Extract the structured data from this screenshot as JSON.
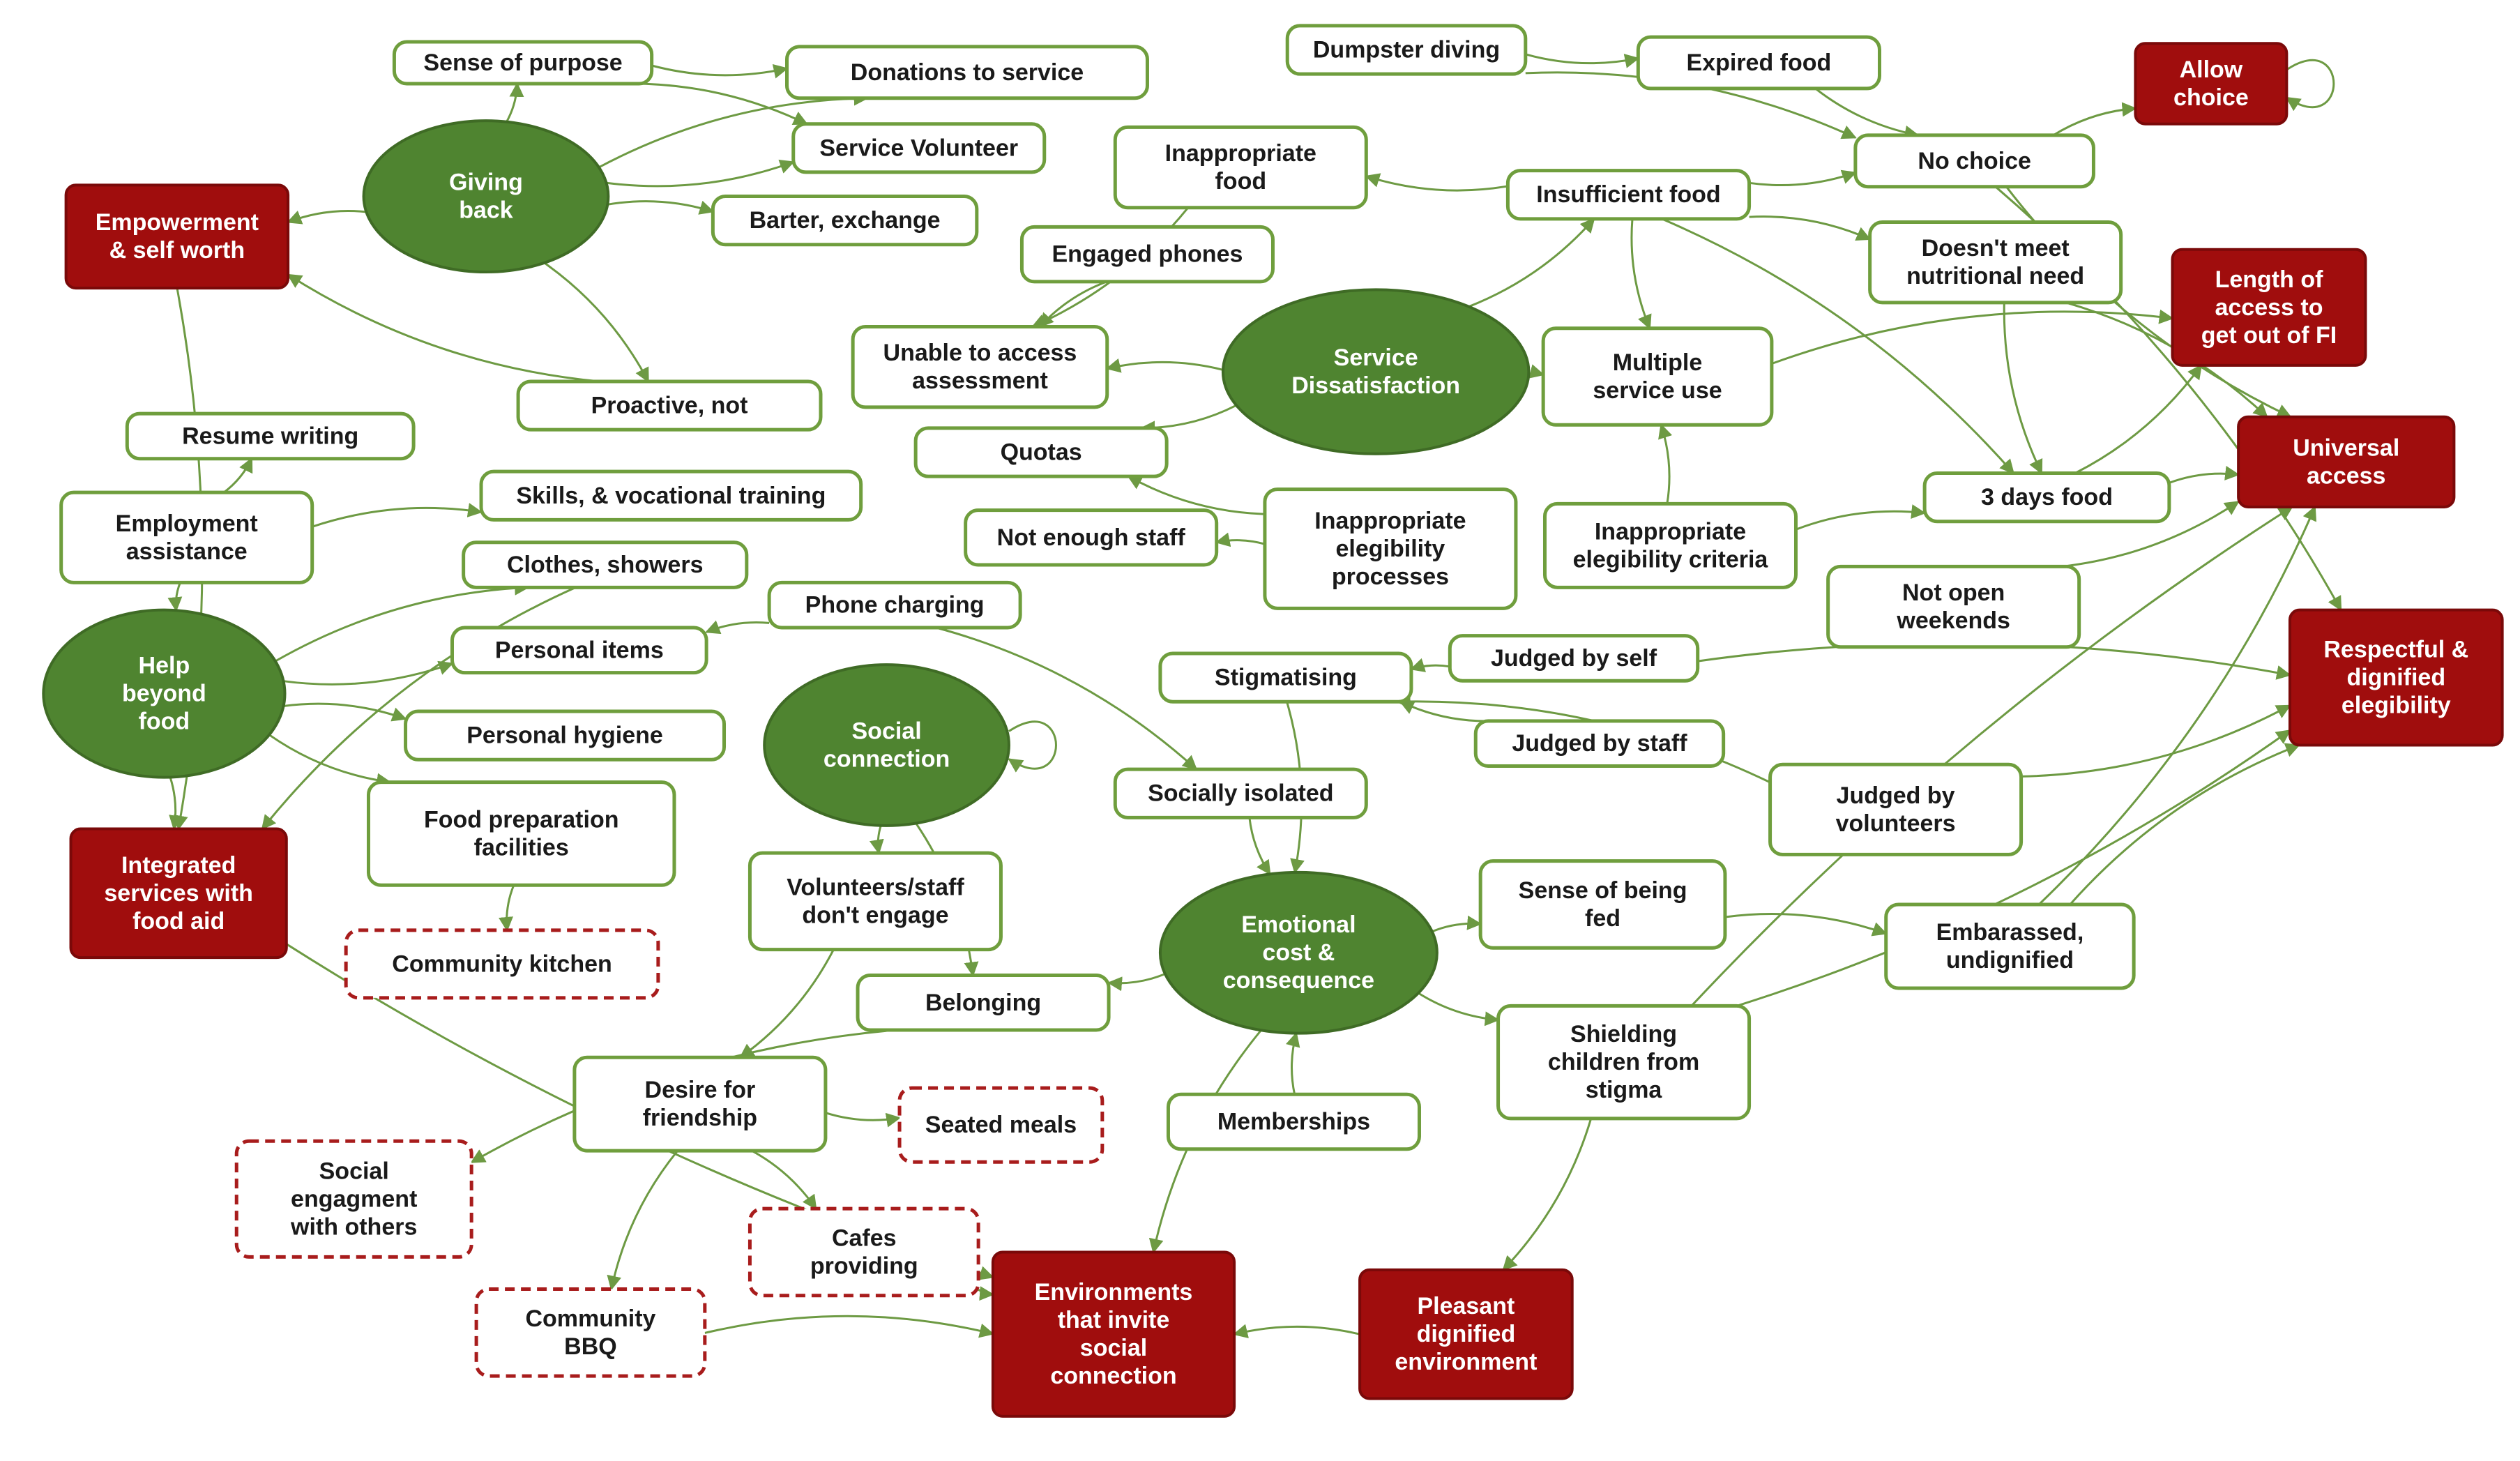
{
  "nodes": [
    {
      "id": "sense_purpose",
      "kind": "plain",
      "lines": [
        "Sense of purpose"
      ]
    },
    {
      "id": "donations",
      "kind": "plain",
      "lines": [
        "Donations to service"
      ]
    },
    {
      "id": "dumpster",
      "kind": "plain",
      "lines": [
        "Dumpster diving"
      ]
    },
    {
      "id": "expired",
      "kind": "plain",
      "lines": [
        "Expired food"
      ]
    },
    {
      "id": "allow_choice",
      "kind": "red",
      "lines": [
        "Allow",
        "choice"
      ]
    },
    {
      "id": "service_volunteer",
      "kind": "plain",
      "lines": [
        "Service Volunteer"
      ]
    },
    {
      "id": "inappropriate_food",
      "kind": "plain",
      "lines": [
        "Inappropriate",
        "food"
      ]
    },
    {
      "id": "no_choice",
      "kind": "plain",
      "lines": [
        "No choice"
      ]
    },
    {
      "id": "giving_back",
      "kind": "ellipse",
      "lines": [
        "Giving",
        "back"
      ]
    },
    {
      "id": "empowerment",
      "kind": "red",
      "lines": [
        "Empowerment",
        "& self worth"
      ]
    },
    {
      "id": "barter",
      "kind": "plain",
      "lines": [
        "Barter, exchange"
      ]
    },
    {
      "id": "insufficient_food",
      "kind": "plain",
      "lines": [
        "Insufficient food"
      ]
    },
    {
      "id": "engaged_phones",
      "kind": "plain",
      "lines": [
        "Engaged phones"
      ]
    },
    {
      "id": "nutritional",
      "kind": "plain",
      "lines": [
        "Doesn't meet",
        "nutritional need"
      ]
    },
    {
      "id": "length_access",
      "kind": "red",
      "lines": [
        "Length of",
        "access to",
        "get out of FI"
      ]
    },
    {
      "id": "unable_assess",
      "kind": "plain",
      "lines": [
        "Unable to access",
        "assessment"
      ]
    },
    {
      "id": "service_dissat",
      "kind": "ellipse",
      "lines": [
        "Service",
        "Dissatisfaction"
      ]
    },
    {
      "id": "multiple_service",
      "kind": "plain",
      "lines": [
        "Multiple",
        "service use"
      ]
    },
    {
      "id": "proactive",
      "kind": "plain",
      "lines": [
        "Proactive, not"
      ]
    },
    {
      "id": "resume",
      "kind": "plain",
      "lines": [
        "Resume writing"
      ]
    },
    {
      "id": "quotas",
      "kind": "plain",
      "lines": [
        "Quotas"
      ]
    },
    {
      "id": "universal",
      "kind": "red",
      "lines": [
        "Universal",
        "access"
      ]
    },
    {
      "id": "skills",
      "kind": "plain",
      "lines": [
        "Skills, & vocational training"
      ]
    },
    {
      "id": "three_days",
      "kind": "plain",
      "lines": [
        "3 days  food"
      ]
    },
    {
      "id": "employment",
      "kind": "plain",
      "lines": [
        "Employment",
        "assistance"
      ]
    },
    {
      "id": "not_enough_staff",
      "kind": "plain",
      "lines": [
        "Not enough staff"
      ]
    },
    {
      "id": "inapp_processes",
      "kind": "plain",
      "lines": [
        "Inappropriate",
        "elegibility",
        "processes"
      ]
    },
    {
      "id": "inapp_criteria",
      "kind": "plain",
      "lines": [
        "Inappropriate",
        "elegibility criteria"
      ]
    },
    {
      "id": "clothes",
      "kind": "plain",
      "lines": [
        "Clothes, showers"
      ]
    },
    {
      "id": "not_open",
      "kind": "plain",
      "lines": [
        "Not open",
        "weekends"
      ]
    },
    {
      "id": "phone_charging",
      "kind": "plain",
      "lines": [
        "Phone charging"
      ]
    },
    {
      "id": "help_beyond",
      "kind": "ellipse",
      "lines": [
        "Help",
        "beyond",
        "food"
      ]
    },
    {
      "id": "personal_items",
      "kind": "plain",
      "lines": [
        "Personal items"
      ]
    },
    {
      "id": "judged_self",
      "kind": "plain",
      "lines": [
        "Judged by self"
      ]
    },
    {
      "id": "respectful",
      "kind": "red",
      "lines": [
        "Respectful &",
        "dignified",
        "elegibility"
      ]
    },
    {
      "id": "stigmatising",
      "kind": "plain",
      "lines": [
        "Stigmatising"
      ]
    },
    {
      "id": "personal_hygiene",
      "kind": "plain",
      "lines": [
        "Personal hygiene"
      ]
    },
    {
      "id": "social_connection",
      "kind": "ellipse",
      "lines": [
        "Social",
        "connection"
      ]
    },
    {
      "id": "judged_staff",
      "kind": "plain",
      "lines": [
        "Judged by staff"
      ]
    },
    {
      "id": "socially_isolated",
      "kind": "plain",
      "lines": [
        "Socially isolated"
      ]
    },
    {
      "id": "judged_volunteers",
      "kind": "plain",
      "lines": [
        "Judged by",
        "volunteers"
      ]
    },
    {
      "id": "food_prep",
      "kind": "plain",
      "lines": [
        "Food preparation",
        "facilities"
      ]
    },
    {
      "id": "integrated",
      "kind": "red",
      "lines": [
        "Integrated",
        "services with",
        "food aid"
      ]
    },
    {
      "id": "volunteers_engage",
      "kind": "plain",
      "lines": [
        "Volunteers/staff",
        "don't engage"
      ]
    },
    {
      "id": "sense_fed",
      "kind": "plain",
      "lines": [
        "Sense of being",
        "fed"
      ]
    },
    {
      "id": "emotional",
      "kind": "ellipse",
      "lines": [
        "Emotional",
        "cost &",
        "consequence"
      ]
    },
    {
      "id": "embarassed",
      "kind": "plain",
      "lines": [
        "Embarassed,",
        "undignified"
      ]
    },
    {
      "id": "community_kitchen",
      "kind": "dashed",
      "lines": [
        "Community  kitchen"
      ]
    },
    {
      "id": "belonging",
      "kind": "plain",
      "lines": [
        "Belonging"
      ]
    },
    {
      "id": "shielding",
      "kind": "plain",
      "lines": [
        "Shielding",
        "children from",
        "stigma"
      ]
    },
    {
      "id": "desire_friendship",
      "kind": "plain",
      "lines": [
        "Desire for",
        "friendship"
      ]
    },
    {
      "id": "seated_meals",
      "kind": "dashed",
      "lines": [
        "Seated meals"
      ]
    },
    {
      "id": "memberships",
      "kind": "plain",
      "lines": [
        "Memberships"
      ]
    },
    {
      "id": "social_engagement",
      "kind": "dashed",
      "lines": [
        "Social",
        "engagment",
        "with others"
      ]
    },
    {
      "id": "cafes",
      "kind": "dashed",
      "lines": [
        "Cafes",
        "providing"
      ]
    },
    {
      "id": "environments",
      "kind": "red",
      "lines": [
        "Environments",
        "that invite",
        "social",
        "connection"
      ]
    },
    {
      "id": "pleasant",
      "kind": "red",
      "lines": [
        "Pleasant",
        "dignified",
        "environment"
      ]
    },
    {
      "id": "community_bbq",
      "kind": "dashed",
      "lines": [
        "Community",
        "BBQ"
      ]
    }
  ],
  "edges": [
    [
      "giving_back",
      "sense_purpose"
    ],
    [
      "giving_back",
      "donations"
    ],
    [
      "giving_back",
      "service_volunteer"
    ],
    [
      "giving_back",
      "barter"
    ],
    [
      "giving_back",
      "empowerment"
    ],
    [
      "giving_back",
      "proactive"
    ],
    [
      "sense_purpose",
      "donations"
    ],
    [
      "sense_purpose",
      "service_volunteer"
    ],
    [
      "dumpster",
      "expired"
    ],
    [
      "dumpster",
      "no_choice"
    ],
    [
      "expired",
      "no_choice"
    ],
    [
      "no_choice",
      "allow_choice"
    ],
    [
      "allow_choice",
      "allow_choice"
    ],
    [
      "insufficient_food",
      "inappropriate_food"
    ],
    [
      "insufficient_food",
      "no_choice"
    ],
    [
      "insufficient_food",
      "nutritional"
    ],
    [
      "insufficient_food",
      "multiple_service"
    ],
    [
      "insufficient_food",
      "three_days"
    ],
    [
      "nutritional",
      "three_days"
    ],
    [
      "nutritional",
      "universal"
    ],
    [
      "no_choice",
      "universal"
    ],
    [
      "no_choice",
      "respectful"
    ],
    [
      "service_dissat",
      "unable_assess"
    ],
    [
      "service_dissat",
      "quotas"
    ],
    [
      "service_dissat",
      "insufficient_food"
    ],
    [
      "service_dissat",
      "multiple_service"
    ],
    [
      "engaged_phones",
      "unable_assess"
    ],
    [
      "inappropriate_food",
      "unable_assess"
    ],
    [
      "inapp_processes",
      "not_enough_staff"
    ],
    [
      "inapp_processes",
      "quotas"
    ],
    [
      "inapp_criteria",
      "multiple_service"
    ],
    [
      "inapp_criteria",
      "three_days"
    ],
    [
      "three_days",
      "length_access"
    ],
    [
      "three_days",
      "universal"
    ],
    [
      "not_open",
      "universal"
    ],
    [
      "multiple_service",
      "length_access"
    ],
    [
      "employment",
      "resume"
    ],
    [
      "employment",
      "skills"
    ],
    [
      "employment",
      "help_beyond"
    ],
    [
      "help_beyond",
      "clothes"
    ],
    [
      "help_beyond",
      "personal_items"
    ],
    [
      "help_beyond",
      "personal_hygiene"
    ],
    [
      "help_beyond",
      "food_prep"
    ],
    [
      "help_beyond",
      "integrated"
    ],
    [
      "phone_charging",
      "personal_items"
    ],
    [
      "phone_charging",
      "socially_isolated"
    ],
    [
      "food_prep",
      "community_kitchen"
    ],
    [
      "empowerment",
      "integrated"
    ],
    [
      "clothes",
      "integrated"
    ],
    [
      "proactive",
      "empowerment"
    ],
    [
      "judged_self",
      "stigmatising"
    ],
    [
      "judged_staff",
      "stigmatising"
    ],
    [
      "judged_volunteers",
      "stigmatising"
    ],
    [
      "judged_self",
      "respectful"
    ],
    [
      "judged_volunteers",
      "respectful"
    ],
    [
      "embarassed",
      "respectful"
    ],
    [
      "shielding",
      "respectful"
    ],
    [
      "shielding",
      "universal"
    ],
    [
      "embarassed",
      "universal"
    ],
    [
      "stigmatising",
      "emotional"
    ],
    [
      "socially_isolated",
      "emotional"
    ],
    [
      "emotional",
      "sense_fed"
    ],
    [
      "emotional",
      "shielding"
    ],
    [
      "emotional",
      "belonging"
    ],
    [
      "emotional",
      "environments"
    ],
    [
      "sense_fed",
      "embarassed"
    ],
    [
      "social_connection",
      "volunteers_engage"
    ],
    [
      "social_connection",
      "belonging"
    ],
    [
      "belonging",
      "social_engagement"
    ],
    [
      "volunteers_engage",
      "desire_friendship"
    ],
    [
      "desire_friendship",
      "seated_meals"
    ],
    [
      "desire_friendship",
      "cafes"
    ],
    [
      "desire_friendship",
      "community_bbq"
    ],
    [
      "memberships",
      "emotional"
    ],
    [
      "cafes",
      "environments"
    ],
    [
      "community_bbq",
      "environments"
    ],
    [
      "pleasant",
      "environments"
    ],
    [
      "shielding",
      "pleasant"
    ],
    [
      "integrated",
      "environments"
    ],
    [
      "social_connection",
      "social_connection"
    ]
  ]
}
